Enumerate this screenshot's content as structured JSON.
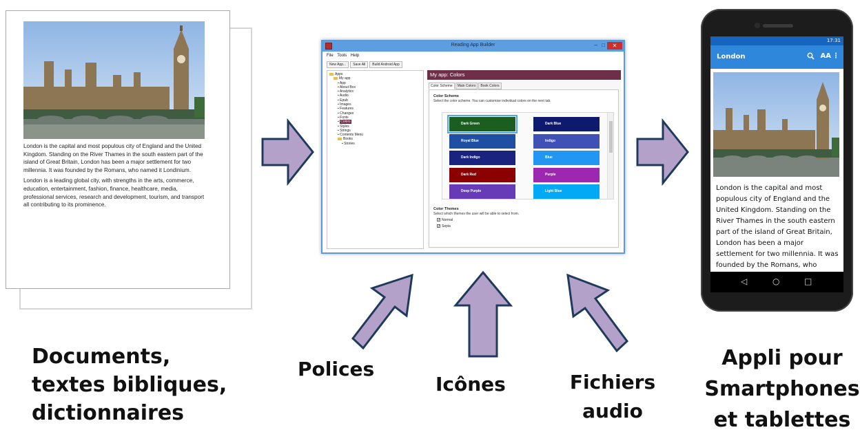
{
  "document": {
    "paragraphs": [
      "London is the capital and most populous city of England and the United Kingdom. Standing on the River Thames in the south eastern part of the island of Great Britain, London has been a major settlement for two millennia. It was founded by the Romans, who named it Londinium.",
      "London is a leading global city, with strengths in the arts, commerce, education, entertainment, fashion, finance, healthcare, media, professional services, research and development, tourism, and transport all contributing to its prominence."
    ]
  },
  "builder": {
    "title": "Reading App Builder",
    "menu": [
      "File",
      "Tools",
      "Help"
    ],
    "toolbar": [
      "New App...",
      "Save All",
      "Build Android App"
    ],
    "tree": [
      {
        "label": "Apps",
        "depth": 0,
        "folder": true
      },
      {
        "label": "My app",
        "depth": 1,
        "folder": true
      },
      {
        "label": "App",
        "depth": 2
      },
      {
        "label": "About Box",
        "depth": 2
      },
      {
        "label": "Analytics",
        "depth": 2
      },
      {
        "label": "Audio",
        "depth": 2
      },
      {
        "label": "Epub",
        "depth": 2
      },
      {
        "label": "Images",
        "depth": 2
      },
      {
        "label": "Features",
        "depth": 2
      },
      {
        "label": "Changes",
        "depth": 2
      },
      {
        "label": "Fonts",
        "depth": 2
      },
      {
        "label": "Colors",
        "depth": 2,
        "selected": true
      },
      {
        "label": "Styles",
        "depth": 2
      },
      {
        "label": "Strings",
        "depth": 2
      },
      {
        "label": "Contents Menu",
        "depth": 2
      },
      {
        "label": "Books",
        "depth": 2,
        "folder": true
      },
      {
        "label": "Stories",
        "depth": 3
      }
    ],
    "panel_title": "My app: Colors",
    "tabs": [
      "Color Scheme",
      "Main Colors",
      "Book Colors"
    ],
    "color_scheme_heading": "Color Scheme",
    "color_scheme_text": "Select the color scheme. You can customise individual colors on the next tab.",
    "swatches": [
      {
        "label": "Dark Green",
        "color": "#1b5e20",
        "picked": true
      },
      {
        "label": "Dark Blue",
        "color": "#0d1a6e"
      },
      {
        "label": "Royal Blue",
        "color": "#1e4fa3"
      },
      {
        "label": "Indigo",
        "color": "#3f51b5"
      },
      {
        "label": "Dark Indigo",
        "color": "#1a237e"
      },
      {
        "label": "Blue",
        "color": "#2196f3"
      },
      {
        "label": "Dark Red",
        "color": "#8b0000"
      },
      {
        "label": "Purple",
        "color": "#9c27b0"
      },
      {
        "label": "Deep Purple",
        "color": "#673ab7"
      },
      {
        "label": "Light Blue",
        "color": "#03a9f4"
      }
    ],
    "themes_heading": "Color Themes",
    "themes_text": "Select which themes the user will be able to select from.",
    "themes": [
      {
        "label": "Normal",
        "checked": true
      },
      {
        "label": "Sepia",
        "checked": true
      }
    ]
  },
  "phone": {
    "status_time": "17:31",
    "app_title": "London",
    "text_size_icon": "AA",
    "text": "London is the capital and most populous city of England and the United Kingdom. Standing on the River Thames in the south eastern part of the island of Great Britain, London has been a major settlement for two millennia. It was founded by the Romans, who named it Londinium."
  },
  "captions": {
    "documents": [
      "Documents,",
      "textes bibliques,",
      "dictionnaires"
    ],
    "polices": "Polices",
    "icones": "Icônes",
    "audio": [
      "Fichiers",
      "audio"
    ],
    "appli": [
      "Appli pour",
      "Smartphones",
      "et tablettes"
    ]
  },
  "colors": {
    "arrow_fill": "#b3a1c9",
    "arrow_stroke": "#1f3a5c",
    "panel_header": "#6e2f48",
    "phone_app_bar": "#2f87dc"
  },
  "icons": [
    "app-icon",
    "folder-icon",
    "search-icon",
    "text-size-icon",
    "more-icon",
    "back-icon",
    "home-icon",
    "recents-icon"
  ]
}
